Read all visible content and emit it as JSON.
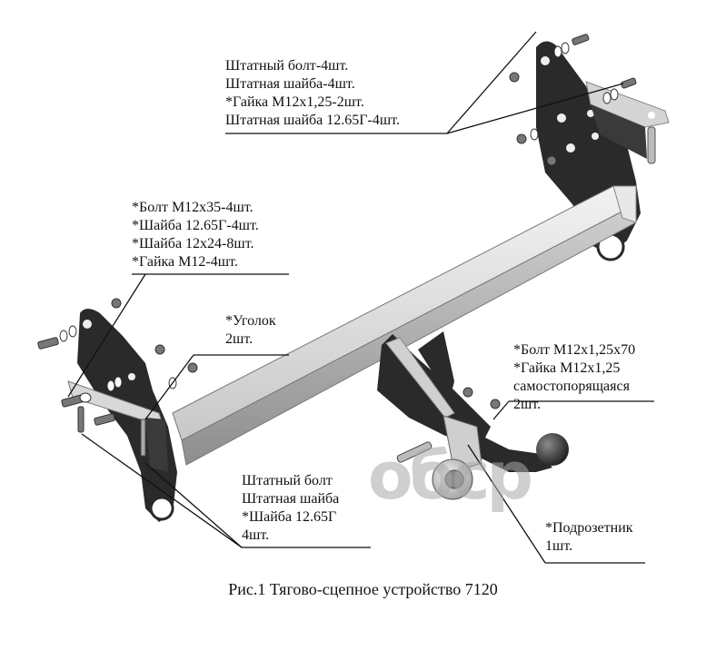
{
  "figure": {
    "caption": "Рис.1 Тягово-сцепное устройство 7120",
    "watermark": "oбcp"
  },
  "callouts": {
    "top_right": {
      "lines": [
        "Штатный болт-4шт.",
        "Штатная шайба-4шт.",
        "*Гайка М12х1,25-2шт.",
        "Штатная шайба 12.65Г-4шт."
      ]
    },
    "left_upper": {
      "lines": [
        "*Болт М12х35-4шт.",
        "*Шайба 12.65Г-4шт.",
        "*Шайба 12х24-8шт.",
        "*Гайка М12-4шт."
      ]
    },
    "angle": {
      "lines": [
        "*Уголок",
        "2шт."
      ]
    },
    "right_middle": {
      "lines": [
        "*Болт М12х1,25х70",
        "*Гайка М12х1,25",
        "самостопорящаяся",
        "2шт."
      ]
    },
    "bottom_left": {
      "lines": [
        "Штатный болт",
        "Штатная шайба",
        "*Шайба 12.65Г",
        "4шт."
      ]
    },
    "socket_bracket": {
      "lines": [
        "*Подрозетник",
        "1шт."
      ]
    }
  },
  "colors": {
    "bracket_dark": "#2b2b2b",
    "beam_light": "#d6d6d6",
    "beam_shadow": "#9a9a9a",
    "leader": "#111111",
    "watermark": "#a9a9a9"
  }
}
